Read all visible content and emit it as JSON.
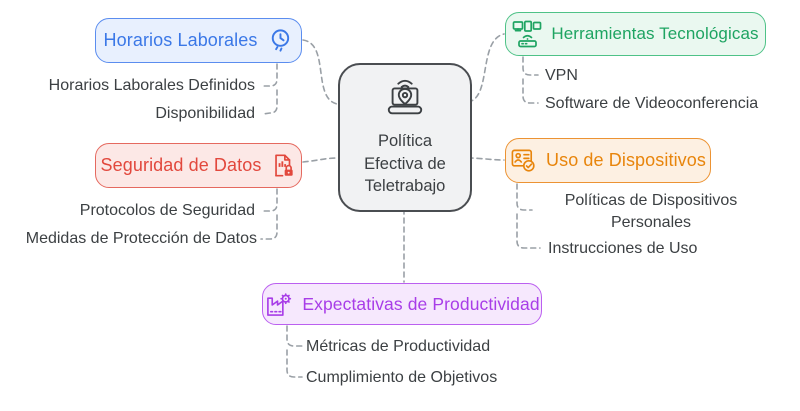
{
  "diagram_title": "Política Efectiva de Teletrabajo",
  "center_node": {
    "label": "Política Efectiva de Teletrabajo",
    "icon": "laptop-location-pin-icon"
  },
  "branches": {
    "horarios_laborales": {
      "label": "Horarios Laborales",
      "icon": "clock-icon",
      "text_color": "#3B78E7",
      "border_color": "#5B8DEF",
      "fill_color": "#E8F0FE",
      "children": [
        "Horarios Laborales Definidos",
        "Disponibilidad"
      ]
    },
    "seguridad_de_datos": {
      "label": "Seguridad de Datos",
      "icon": "secure-document-icon",
      "text_color": "#E2483D",
      "border_color": "#E5695F",
      "fill_color": "#FCE8E6",
      "children": [
        "Protocolos de Seguridad",
        "Medidas de Protección de Datos"
      ]
    },
    "herramientas_tecnologicas": {
      "label": "Herramientas Tecnológicas",
      "icon": "devices-icon",
      "text_color": "#1EA462",
      "border_color": "#4EC287",
      "fill_color": "#EAF8F0",
      "children": [
        "VPN",
        "Software de Videoconferencia"
      ]
    },
    "uso_de_dispositivos": {
      "label": "Uso de Dispositivos",
      "icon": "id-card-check-icon",
      "text_color": "#E8850C",
      "border_color": "#EC9333",
      "fill_color": "#FDF0E2",
      "children": [
        "Políticas de Dispositivos Personales",
        "Instrucciones de Uso"
      ]
    },
    "expectativas_de_productividad": {
      "label": "Expectativas de Productividad",
      "icon": "factory-gear-icon",
      "text_color": "#A83DE8",
      "border_color": "#BB60F0",
      "fill_color": "#F6E8FD",
      "children": [
        "Métricas de Productividad",
        "Cumplimiento de Objetivos"
      ]
    }
  },
  "styles": {
    "connector_color": "#9AA0A6",
    "sub_item_text_color": "#3C4043",
    "center_fill_color": "#F1F2F3",
    "center_border_color": "#4A4D51",
    "background_color": "#FFFFFF"
  }
}
